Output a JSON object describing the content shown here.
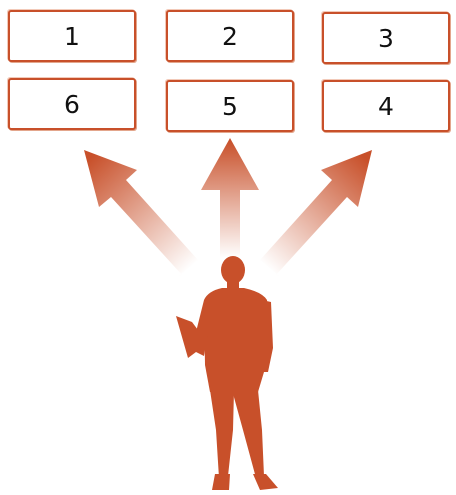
{
  "accent_color": "#c8502a",
  "boxes": [
    {
      "label": "1"
    },
    {
      "label": "2"
    },
    {
      "label": "3"
    },
    {
      "label": "6"
    },
    {
      "label": "5"
    },
    {
      "label": "4"
    }
  ],
  "figure": {
    "icon": "person-reading-icon"
  }
}
